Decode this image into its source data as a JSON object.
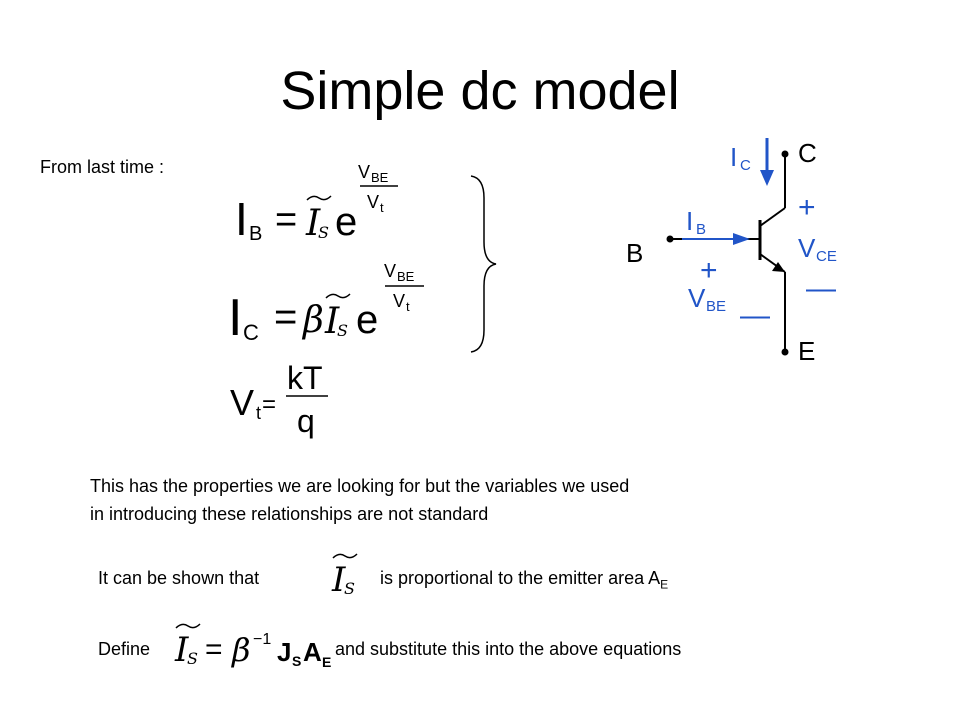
{
  "slide": {
    "title": "Simple dc model",
    "intro": "From last time :",
    "paragraph_line1": "This has the properties we are looking for but the variables we used",
    "paragraph_line2": "in introducing these relationships are not standard",
    "shown_prefix": "It can be shown that",
    "shown_suffix": "is proportional to the emitter area A",
    "shown_sub": "E",
    "define_prefix": "Define",
    "define_suffix": "and substitute this into the above equations"
  },
  "equations": {
    "ib": {
      "lhs": "I",
      "lhs_sub": "B",
      "eq": "=",
      "is": "I",
      "is_sub": "S",
      "e": "e",
      "exp_num": "V",
      "exp_num_sub": "BE",
      "exp_den": "V",
      "exp_den_sub": "t"
    },
    "ic": {
      "lhs": "I",
      "lhs_sub": "C",
      "eq": "=",
      "beta": "β",
      "is": "I",
      "is_sub": "S",
      "e": "e",
      "exp_num": "V",
      "exp_num_sub": "BE",
      "exp_den": "V",
      "exp_den_sub": "t"
    },
    "vt": {
      "lhs": "V",
      "lhs_sub": "t",
      "eq": "=",
      "num": "kT",
      "den": "q"
    },
    "is_symbol": {
      "is": "I",
      "is_sub": "S"
    },
    "define": {
      "is": "I",
      "is_sub": "S",
      "eq": "=",
      "beta": "β",
      "exp": "−1",
      "j": "J",
      "j_sub": "S",
      "a": "A",
      "a_sub": "E"
    }
  },
  "circuit": {
    "collector": "C",
    "base": "B",
    "emitter": "E",
    "ic": {
      "main": "I",
      "sub": "C"
    },
    "ib": {
      "main": "I",
      "sub": "B"
    },
    "vce": {
      "main": "V",
      "sub": "CE",
      "plus": "+",
      "minus": "—"
    },
    "vbe": {
      "main": "V",
      "sub": "BE",
      "plus": "+",
      "minus": "—"
    },
    "label_color": "#2155c8",
    "arrow_color": "#2155c8"
  }
}
